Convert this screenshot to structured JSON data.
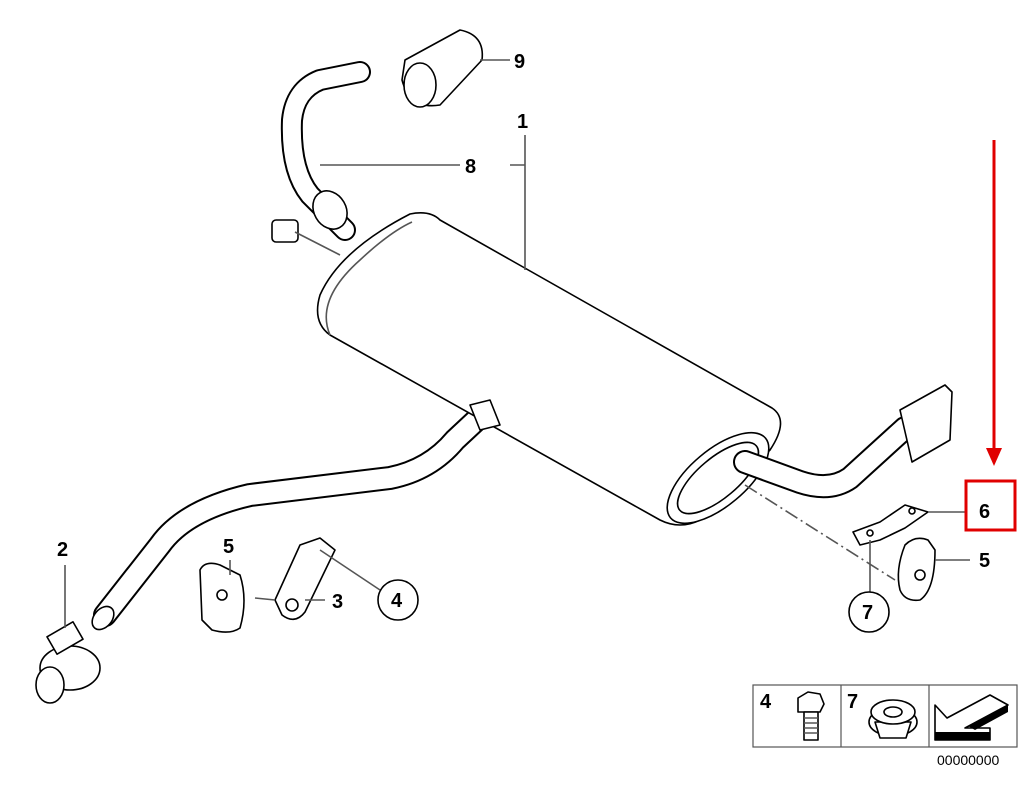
{
  "diagram": {
    "callouts": {
      "part_1": "1",
      "part_2": "2",
      "part_3": "3",
      "part_4": "4",
      "part_5_left": "5",
      "part_5_right": "5",
      "part_6": "6",
      "part_7": "7",
      "part_8": "8",
      "part_9": "9"
    },
    "highlight": {
      "label": "6",
      "color": "#e00000"
    },
    "legend": {
      "item_a": "4",
      "item_b": "7",
      "code": "00000000"
    }
  }
}
